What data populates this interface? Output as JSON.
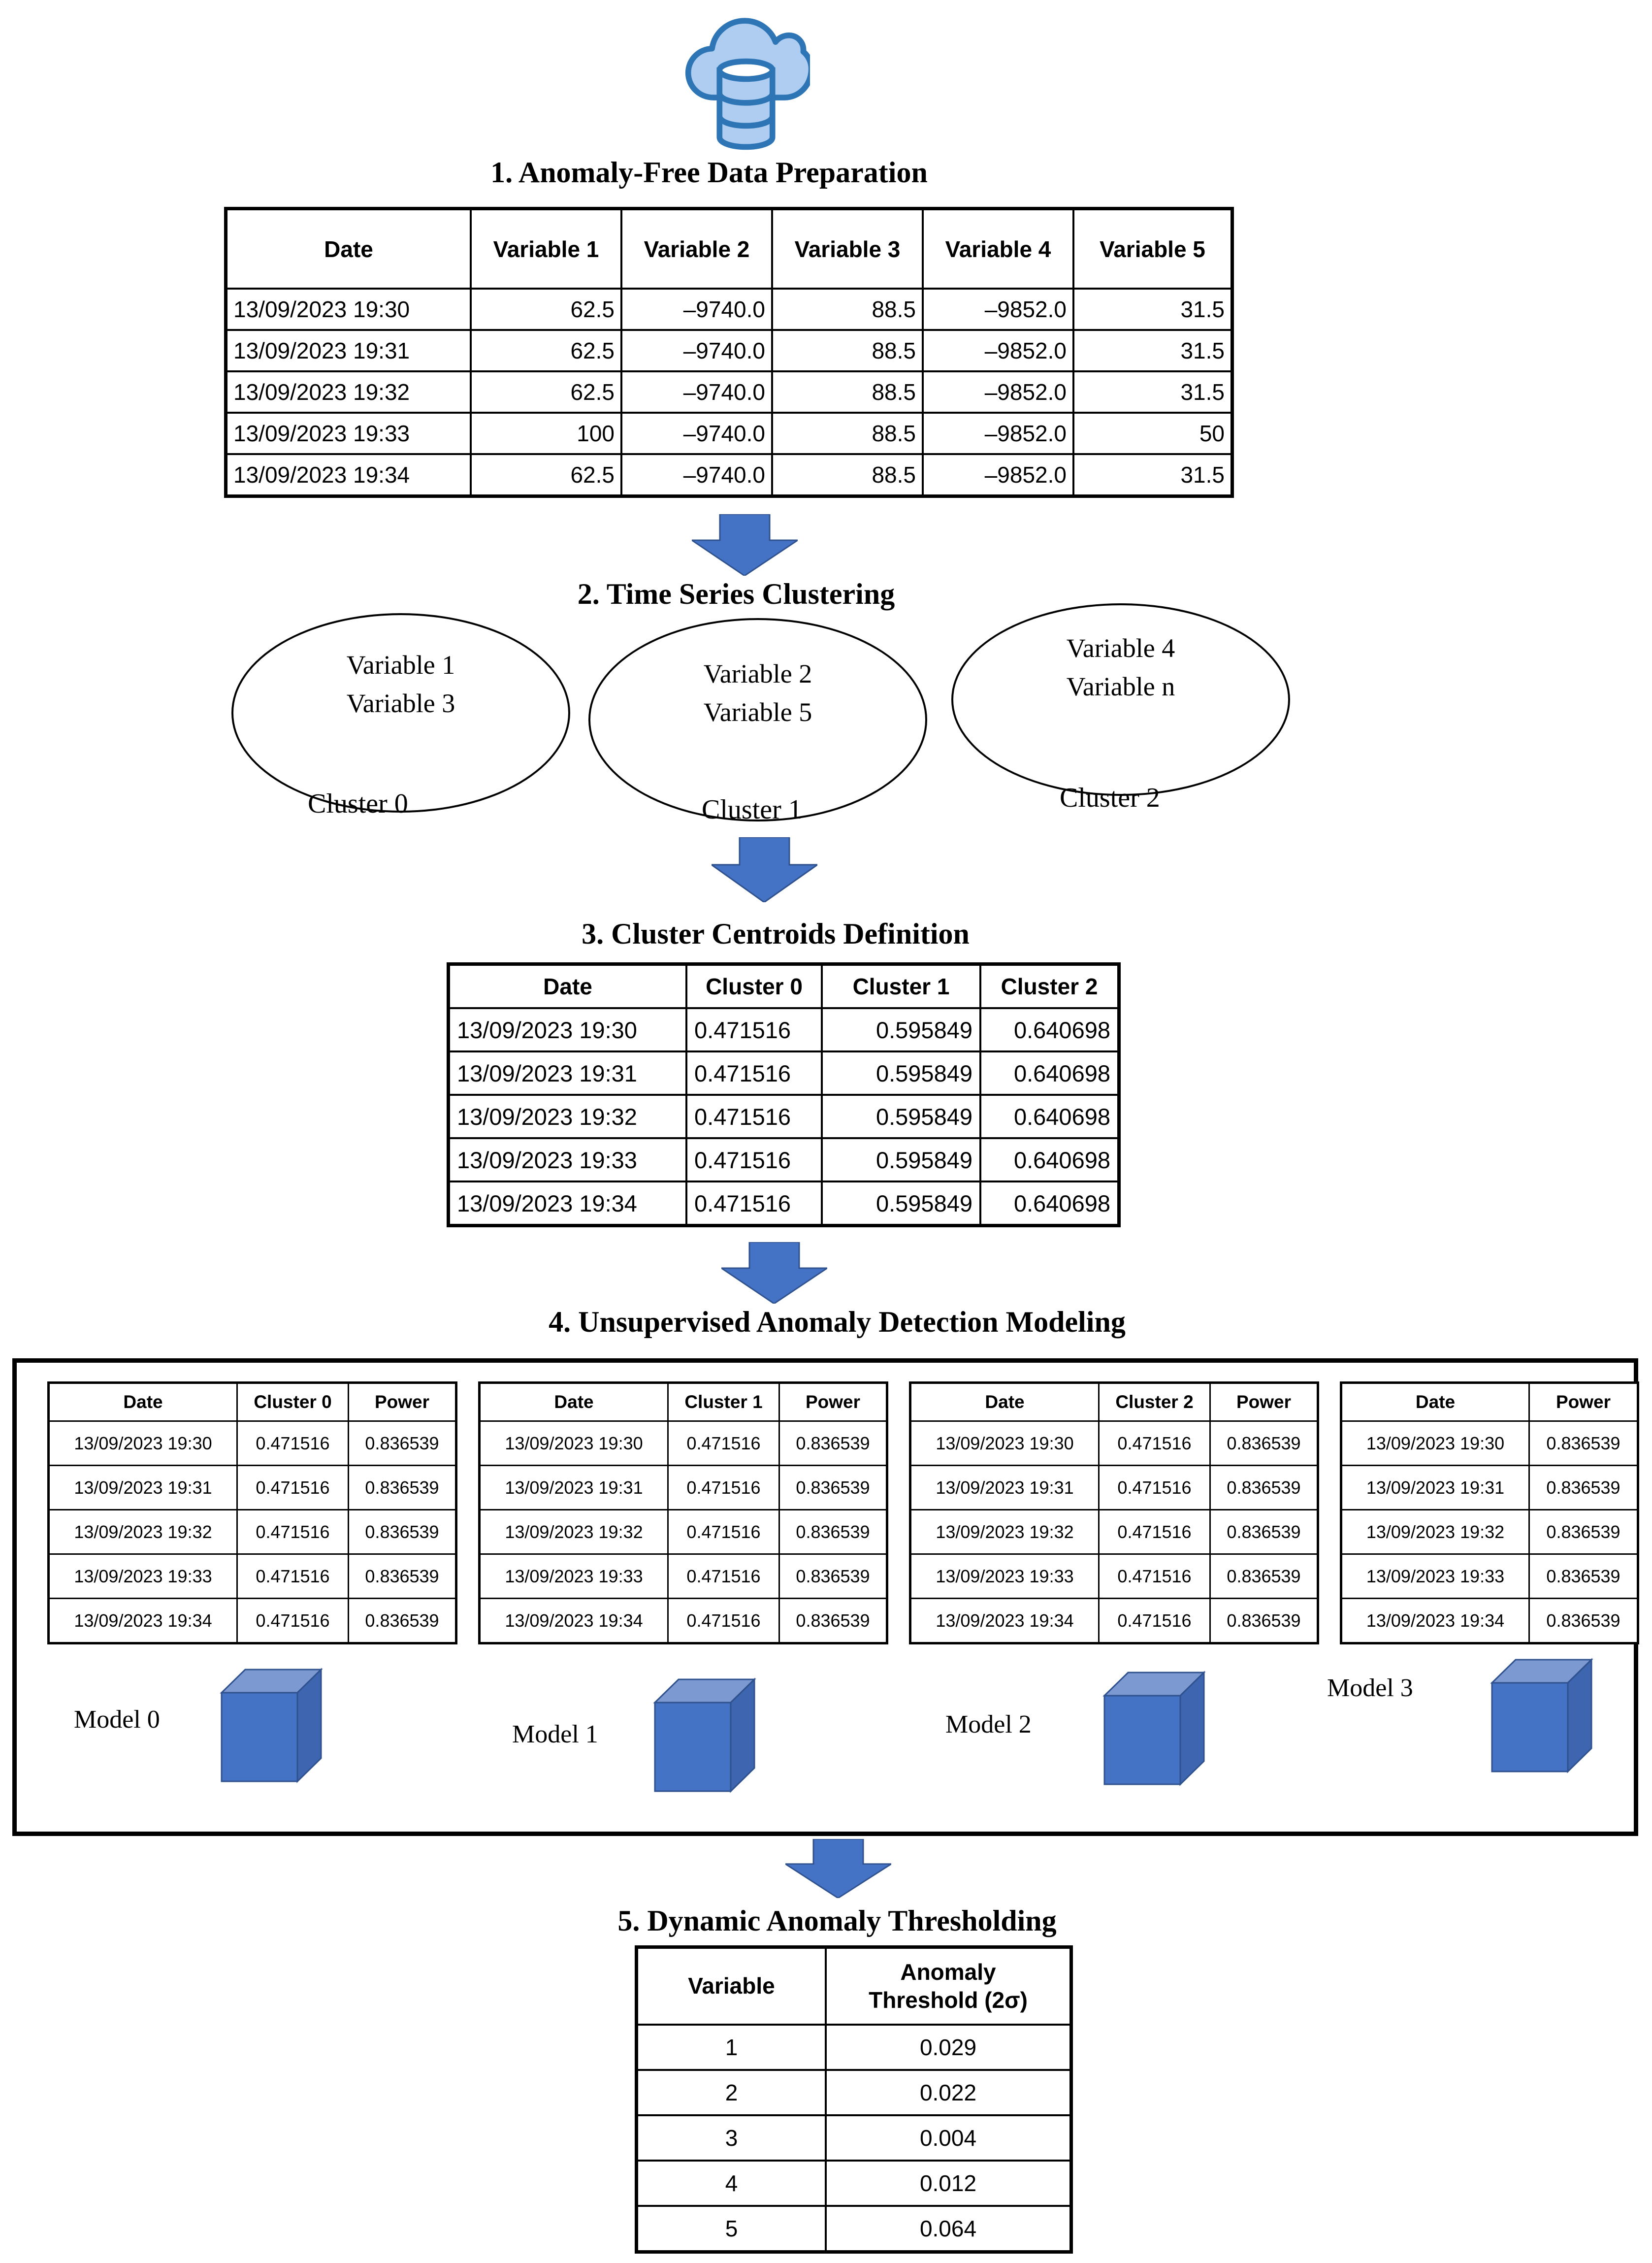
{
  "step1": {
    "title": "1. Anomaly-Free Data Preparation",
    "table": {
      "headers": [
        "Date",
        "Variable 1",
        "Variable 2",
        "Variable 3",
        "Variable 4",
        "Variable 5"
      ],
      "rows": [
        [
          "13/09/2023 19:30",
          "62.5",
          "–9740.0",
          "88.5",
          "–9852.0",
          "31.5"
        ],
        [
          "13/09/2023 19:31",
          "62.5",
          "–9740.0",
          "88.5",
          "–9852.0",
          "31.5"
        ],
        [
          "13/09/2023 19:32",
          "62.5",
          "–9740.0",
          "88.5",
          "–9852.0",
          "31.5"
        ],
        [
          "13/09/2023 19:33",
          "100",
          "–9740.0",
          "88.5",
          "–9852.0",
          "50"
        ],
        [
          "13/09/2023 19:34",
          "62.5",
          "–9740.0",
          "88.5",
          "–9852.0",
          "31.5"
        ]
      ]
    }
  },
  "step2": {
    "title": "2. Time Series Clustering",
    "clusters": [
      {
        "label": "Cluster 0",
        "variables": [
          "Variable 1",
          "Variable 3"
        ]
      },
      {
        "label": "Cluster 1",
        "variables": [
          "Variable 2",
          "Variable 5"
        ]
      },
      {
        "label": "Cluster 2",
        "variables": [
          "Variable 4",
          "Variable n"
        ]
      }
    ]
  },
  "step3": {
    "title": "3. Cluster Centroids Definition",
    "table": {
      "headers": [
        "Date",
        "Cluster 0",
        "Cluster 1",
        "Cluster 2"
      ],
      "rows": [
        [
          "13/09/2023 19:30",
          "0.471516",
          "0.595849",
          "0.640698"
        ],
        [
          "13/09/2023 19:31",
          "0.471516",
          "0.595849",
          "0.640698"
        ],
        [
          "13/09/2023 19:32",
          "0.471516",
          "0.595849",
          "0.640698"
        ],
        [
          "13/09/2023 19:33",
          "0.471516",
          "0.595849",
          "0.640698"
        ],
        [
          "13/09/2023 19:34",
          "0.471516",
          "0.595849",
          "0.640698"
        ]
      ]
    }
  },
  "step4": {
    "title": "4. Unsupervised Anomaly Detection Modeling",
    "tables": [
      {
        "headers": [
          "Date",
          "Cluster 0",
          "Power"
        ],
        "rows": [
          [
            "13/09/2023 19:30",
            "0.471516",
            "0.836539"
          ],
          [
            "13/09/2023 19:31",
            "0.471516",
            "0.836539"
          ],
          [
            "13/09/2023 19:32",
            "0.471516",
            "0.836539"
          ],
          [
            "13/09/2023 19:33",
            "0.471516",
            "0.836539"
          ],
          [
            "13/09/2023 19:34",
            "0.471516",
            "0.836539"
          ]
        ]
      },
      {
        "headers": [
          "Date",
          "Cluster 1",
          "Power"
        ],
        "rows": [
          [
            "13/09/2023 19:30",
            "0.471516",
            "0.836539"
          ],
          [
            "13/09/2023 19:31",
            "0.471516",
            "0.836539"
          ],
          [
            "13/09/2023 19:32",
            "0.471516",
            "0.836539"
          ],
          [
            "13/09/2023 19:33",
            "0.471516",
            "0.836539"
          ],
          [
            "13/09/2023 19:34",
            "0.471516",
            "0.836539"
          ]
        ]
      },
      {
        "headers": [
          "Date",
          "Cluster 2",
          "Power"
        ],
        "rows": [
          [
            "13/09/2023 19:30",
            "0.471516",
            "0.836539"
          ],
          [
            "13/09/2023 19:31",
            "0.471516",
            "0.836539"
          ],
          [
            "13/09/2023 19:32",
            "0.471516",
            "0.836539"
          ],
          [
            "13/09/2023 19:33",
            "0.471516",
            "0.836539"
          ],
          [
            "13/09/2023 19:34",
            "0.471516",
            "0.836539"
          ]
        ]
      },
      {
        "headers": [
          "Date",
          "Power"
        ],
        "rows": [
          [
            "13/09/2023 19:30",
            "0.836539"
          ],
          [
            "13/09/2023 19:31",
            "0.836539"
          ],
          [
            "13/09/2023 19:32",
            "0.836539"
          ],
          [
            "13/09/2023 19:33",
            "0.836539"
          ],
          [
            "13/09/2023 19:34",
            "0.836539"
          ]
        ]
      }
    ],
    "models": [
      {
        "label": "Model 0"
      },
      {
        "label": "Model 1"
      },
      {
        "label": "Model 2"
      },
      {
        "label": "Model 3"
      }
    ]
  },
  "step5": {
    "title": "5. Dynamic Anomaly Thresholding",
    "table": {
      "headers": [
        "Variable",
        "Anomaly\nThreshold (2σ)"
      ],
      "rows": [
        [
          "1",
          "0.029"
        ],
        [
          "2",
          "0.022"
        ],
        [
          "3",
          "0.004"
        ],
        [
          "4",
          "0.012"
        ],
        [
          "5",
          "0.064"
        ]
      ]
    }
  },
  "icons": {
    "cloud_database": "cloud-database-icon",
    "down_arrow": "down-arrow-icon",
    "model_cube": "model-cube-icon"
  },
  "colors": {
    "arrow_fill": "#4472C4",
    "arrow_border": "#2F528F",
    "cube_front": "#4472C4",
    "cube_top": "#7C99D1",
    "cube_side": "#3E66B0",
    "cloud_fill": "#AECDF0",
    "cloud_stroke": "#2E75B6"
  }
}
